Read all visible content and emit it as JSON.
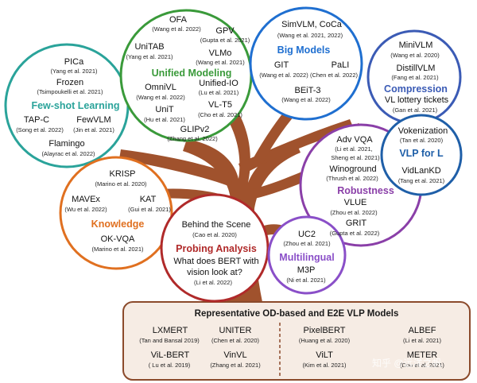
{
  "categories": {
    "few_shot": {
      "label": "Few-shot Learning",
      "color": "#2aa39a",
      "items": [
        {
          "name": "PICa",
          "cite": "(Yang et al. 2021)"
        },
        {
          "name": "Frozen",
          "cite": "(Tsimpoukelli et al. 2021)"
        },
        {
          "name": "TAP-C",
          "cite": "(Song et al. 2022)"
        },
        {
          "name": "FewVLM",
          "cite": "(Jin et al. 2021)"
        },
        {
          "name": "Flamingo",
          "cite": "(Alayrac et al. 2022)"
        }
      ]
    },
    "unified": {
      "label": "Unified Modeling",
      "color": "#3a9a3a",
      "items": [
        {
          "name": "OFA",
          "cite": "(Wang et al. 2022)"
        },
        {
          "name": "GPV",
          "cite": "(Gupta et al. 2021)"
        },
        {
          "name": "UniTAB",
          "cite": "(Yang et al. 2021)"
        },
        {
          "name": "VLMo",
          "cite": "(Wang et al. 2021)"
        },
        {
          "name": "OmniVL",
          "cite": "(Wang et al. 2022)"
        },
        {
          "name": "Unified-IO",
          "cite": "(Lu et al. 2021)"
        },
        {
          "name": "UniT",
          "cite": "(Hu et al. 2021)"
        },
        {
          "name": "VL-T5",
          "cite": "(Cho et al. 2021)"
        },
        {
          "name": "GLIPv2",
          "cite": "(Zhang et al. 2022)"
        }
      ]
    },
    "big_models": {
      "label": "Big Models",
      "color": "#1f6fd0",
      "items": [
        {
          "name": "SimVLM, CoCa",
          "cite": "(Wang et al. 2021, 2022)"
        },
        {
          "name": "GIT",
          "cite": "(Wang et al. 2022)"
        },
        {
          "name": "PaLI",
          "cite": "(Chen et al. 2022)"
        },
        {
          "name": "BEiT-3",
          "cite": "(Wang et al. 2022)"
        }
      ]
    },
    "compression": {
      "label": "Compression",
      "color": "#3b5bb5",
      "items": [
        {
          "name": "MiniVLM",
          "cite": "(Wang et al. 2020)"
        },
        {
          "name": "DistillVLM",
          "cite": "(Fang et al. 2021)"
        },
        {
          "name": "VL lottery tickets",
          "cite": "(Gan et al. 2021)"
        }
      ]
    },
    "vlp_for_l": {
      "label": "VLP for L",
      "color": "#1f5fa8",
      "items": [
        {
          "name": "Vokenization",
          "cite": "(Tan et al. 2020)"
        },
        {
          "name": "VidLanKD",
          "cite": "(Tang et al. 2021)"
        }
      ]
    },
    "robustness": {
      "label": "Robustness",
      "color": "#8a3fa8",
      "items": [
        {
          "name": "Adv VQA",
          "cite": "(Li et al. 2021,"
        },
        {
          "name": "",
          "cite": "Sheng et al. 2021)"
        },
        {
          "name": "Winoground",
          "cite": "(Thrush et al. 2022)"
        },
        {
          "name": "VLUE",
          "cite": "(Zhou et al. 2022)"
        },
        {
          "name": "GRIT",
          "cite": "(Gupta et al. 2022)"
        }
      ]
    },
    "knowledge": {
      "label": "Knowledge",
      "color": "#e07020",
      "items": [
        {
          "name": "KRISP",
          "cite": "(Marino et al. 2020)"
        },
        {
          "name": "MAVEx",
          "cite": "(Wu et al. 2022)"
        },
        {
          "name": "KAT",
          "cite": "(Gui et al. 2021)"
        },
        {
          "name": "OK-VQA",
          "cite": "(Marino et al. 2021)"
        }
      ]
    },
    "probing": {
      "label": "Probing Analysis",
      "color": "#b02a2a",
      "items": [
        {
          "name": "Behind the Scene",
          "cite": "(Cao et al. 2020)"
        },
        {
          "name": "What does BERT with",
          "cite": ""
        },
        {
          "name": "vision look at?",
          "cite": "(Li et al. 2022)"
        }
      ]
    },
    "multilingual": {
      "label": "Multilingual",
      "color": "#8a4fc8",
      "items": [
        {
          "name": "UC2",
          "cite": "(Zhou et al. 2021)"
        },
        {
          "name": "M3P",
          "cite": "(Ni et al. 2021)"
        }
      ]
    }
  },
  "bottom_box": {
    "title": "Representative OD-based and E2E VLP Models",
    "items": [
      {
        "name": "LXMERT",
        "cite": "(Tan and Bansal 2019)"
      },
      {
        "name": "UNITER",
        "cite": "(Chen et al. 2020)"
      },
      {
        "name": "PixelBERT",
        "cite": "(Huang et al. 2020)"
      },
      {
        "name": "ALBEF",
        "cite": "(Li et al. 2021)"
      },
      {
        "name": "ViL-BERT",
        "cite": "( Lu et al. 2019)"
      },
      {
        "name": "VinVL",
        "cite": "(Zhang et al. 2021)"
      },
      {
        "name": "ViLT",
        "cite": "(Kim et al. 2021)"
      },
      {
        "name": "METER",
        "cite": "(Dou et al. 2021)"
      }
    ]
  },
  "watermark": "知乎 @远洋之帆",
  "colors": {
    "trunk": "#a0522d",
    "bottom_box_fill": "#f6ece4",
    "bottom_box_border": "#8b4a2b"
  }
}
